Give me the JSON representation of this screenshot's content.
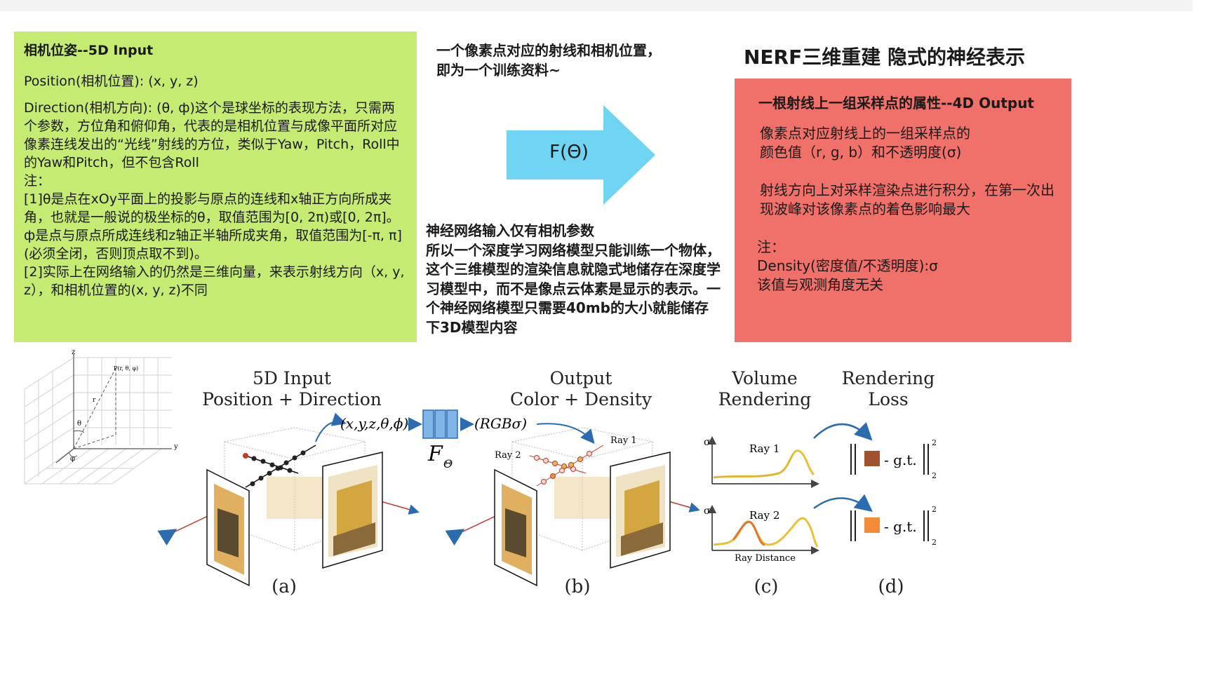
{
  "green_box": {
    "title": "相机位姿--5D Input",
    "position": "Position(相机位置): (x, y, z)",
    "direction": "Direction(相机方向): (θ, ф)这个是球坐标的表现方法，只需两个参数，方位角和俯仰角，代表的是相机位置与成像平面所对应像素连线发出的“光线”射线的方位，类似于Yaw，Pitch，Roll中的Yaw和Pitch，但不包含Roll\n注：\n[1]θ是点在xOy平面上的投影与原点的连线和x轴正方向所成夹角，也就是一般说的极坐标的θ，取值范围为[0, 2π)或[0, 2π]。\nф是点与原点所成连线和z轴正半轴所成夹角，取值范围为[-π, π] (必须全闭，否则顶点取不到)。\n[2]实际上在网络输入的仍然是三维向量，来表示射线方向（x, y, z），和相机位置的(x, y, z)不同"
  },
  "middle": {
    "top_text": "一个像素点对应的射线和相机位置，\n即为一个训练资料~",
    "arrow_label": "F(Θ)",
    "bottom_text": "神经网络输入仅有相机参数\n所以一个深度学习网络模型只能训练一个物体，这个三维模型的渲染信息就隐式地储存在深度学习模型中，而不是像点云体素是显示的表示。一个神经网络模型只需要40mb的大小就能储存下3D模型内容",
    "arrow_color": "#6fd3f2"
  },
  "right": {
    "title": "NERF三维重建 隐式的神经表示",
    "box_title": "一根射线上一组采样点的属性--4D Output",
    "para1": "像素点对应射线上的一组采样点的\n颜色值（r, g, b）和不透明度(σ)",
    "para2": "射线方向上对采样渲染点进行积分，在第一次出现波峰对该像素点的着色影响最大",
    "note": "注：\nDensity(密度值/不透明度):σ\n该值与观测角度无关",
    "box_color": "#f0706a"
  },
  "figure": {
    "a_title_1": "5D Input",
    "a_title_2": "Position + Direction",
    "b_title_1": "Output",
    "b_title_2": "Color + Density",
    "c_title_1": "Volume",
    "c_title_2": "Rendering",
    "d_title_1": "Rendering",
    "d_title_2": "Loss",
    "input_tuple": "(x,y,z,θ,ϕ)",
    "output_tuple": "(RGBσ)",
    "network_label": "F",
    "network_sub": "Θ",
    "ray1": "Ray 1",
    "ray2": "Ray 2",
    "sigma": "σ",
    "ray_distance": "Ray Distance",
    "gt1": "- g.t.",
    "gt2": "- g.t.",
    "norm_sup": "2",
    "norm_sub": "2",
    "cap_a": "(a)",
    "cap_b": "(b)",
    "cap_c": "(c)",
    "cap_d": "(d)",
    "axis_z": "z",
    "axis_y": "y",
    "axis_theta": "θ",
    "axis_phi": "φ",
    "axis_r": "r",
    "axis_point": "P(r, θ, φ)",
    "swatch1": "#a0522d",
    "swatch2": "#f28c38"
  }
}
